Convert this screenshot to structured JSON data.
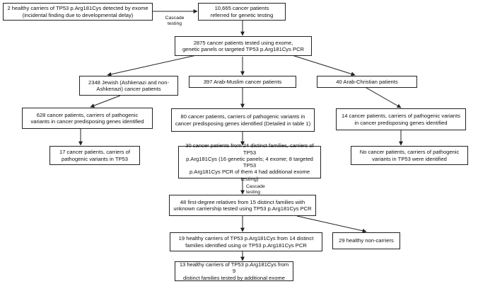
{
  "nodes": {
    "healthy_carriers_exome": "2 healthy carriers of TP53 p.Arg181Cys detected by exome\n(incidental finding due to developmental delay)",
    "referred": "10,665 cancer patients\nreferred for genetic testing",
    "tested": "2875 cancer patients tested using exome,\ngenetic panels or targeted TP53 p.Arg181Cys PCR",
    "jewish": "2348 Jewish (Ashkenazi and non-\nAshkenazi) cancer patients",
    "arab_muslim": "397 Arab-Muslim cancer patients",
    "arab_christian": "40 Arab-Christian patients",
    "jewish_carriers": "628 cancer patients, carriers of pathogenic\nvariants in cancer predisposing genes identified",
    "muslim_carriers": "80 cancer patients, carriers of pathogenic variants in\ncancer predisposing genes identified (Detailed in table 1)",
    "christian_carriers": "14 cancer patients, carriers of pathogenic variants\nin cancer predisposing genes identified",
    "jewish_tp53": "17 cancer patients, carriers of\npathogenic variants in TP53",
    "muslim_tp53": "30 cancer patients from 24 distinct families, carriers of TP53\np.Arg181Cys (16 genetic panels; 4 exome; 8 targeted TP53\np.Arg181Cys PCR of them 4 had additional exome testing)",
    "christian_tp53": "No cancer patients, carriers of pathogenic\nvariants in TP53 were identified",
    "relatives": "48 first-degree relatives from 15 distinct families with\nunknown carriership tested using TP53 p.Arg181Cys PCR",
    "healthy_carriers_pcr": "19 healthy carriers of TP53 p.Arg181Cys from 14 distinct\nfamilies identified  using or TP53 p.Arg181Cys PCR",
    "non_carriers": "29 healthy non-carriers",
    "additional_exome": "13 healthy carriers of TP53 p.Arg181Cys from 9\ndistinct families tested by additional exome"
  },
  "edge_labels": {
    "cascade_top": "Cascade\ntesting",
    "cascade_mid": "Cascade\ntesting"
  }
}
